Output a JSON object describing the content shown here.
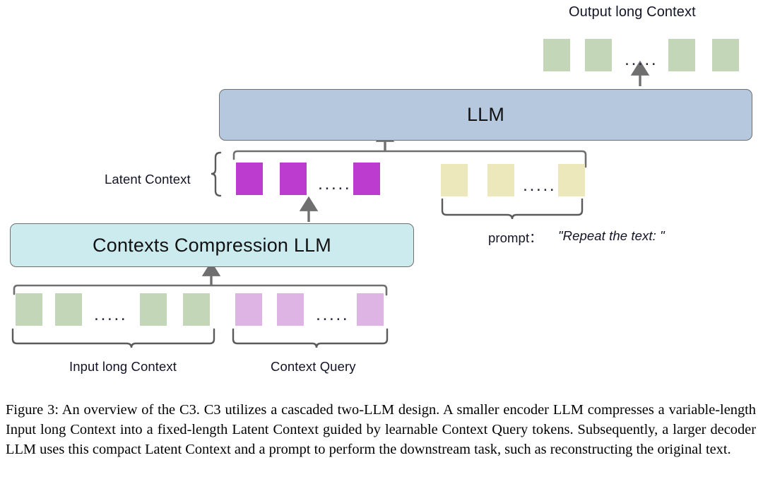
{
  "figure": {
    "caption": "Figure 3: An overview of the C3. C3 utilizes a cascaded two-LLM design. A smaller encoder LLM compresses a variable-length Input long Context into a fixed-length Latent Context guided by learnable Context Query tokens. Subsequently, a larger decoder LLM uses this compact Latent Context and a prompt to perform the downstream task, such as reconstructing the original text."
  },
  "colors": {
    "green": "#c3d6b8",
    "magenta": "#bc3cd0",
    "yellow": "#ede7bc",
    "violet": "#ddb4e4",
    "llm_box": "#b6c8dd",
    "compress_box": "#cceBee",
    "stroke": "#6f6f6f"
  },
  "output_row": {
    "title": "Output  long Context",
    "ellipsis": ".....",
    "token_count": 4,
    "token_color": "green"
  },
  "decoder": {
    "label": "LLM"
  },
  "latent_row": {
    "label": "Latent Context",
    "ellipsis": ".....",
    "token_count": 3,
    "token_color": "magenta"
  },
  "prompt_row": {
    "label": "prompt：",
    "value": "\"Repeat the text: \"",
    "ellipsis": ".....",
    "token_count": 3,
    "token_color": "yellow"
  },
  "encoder": {
    "label": "Contexts  Compression LLM"
  },
  "input_row": {
    "label": "Input long Context",
    "ellipsis": ".....",
    "token_count": 4,
    "token_color": "green"
  },
  "query_row": {
    "label": "Context Query",
    "ellipsis": ".....",
    "token_count": 3,
    "token_color": "violet"
  }
}
